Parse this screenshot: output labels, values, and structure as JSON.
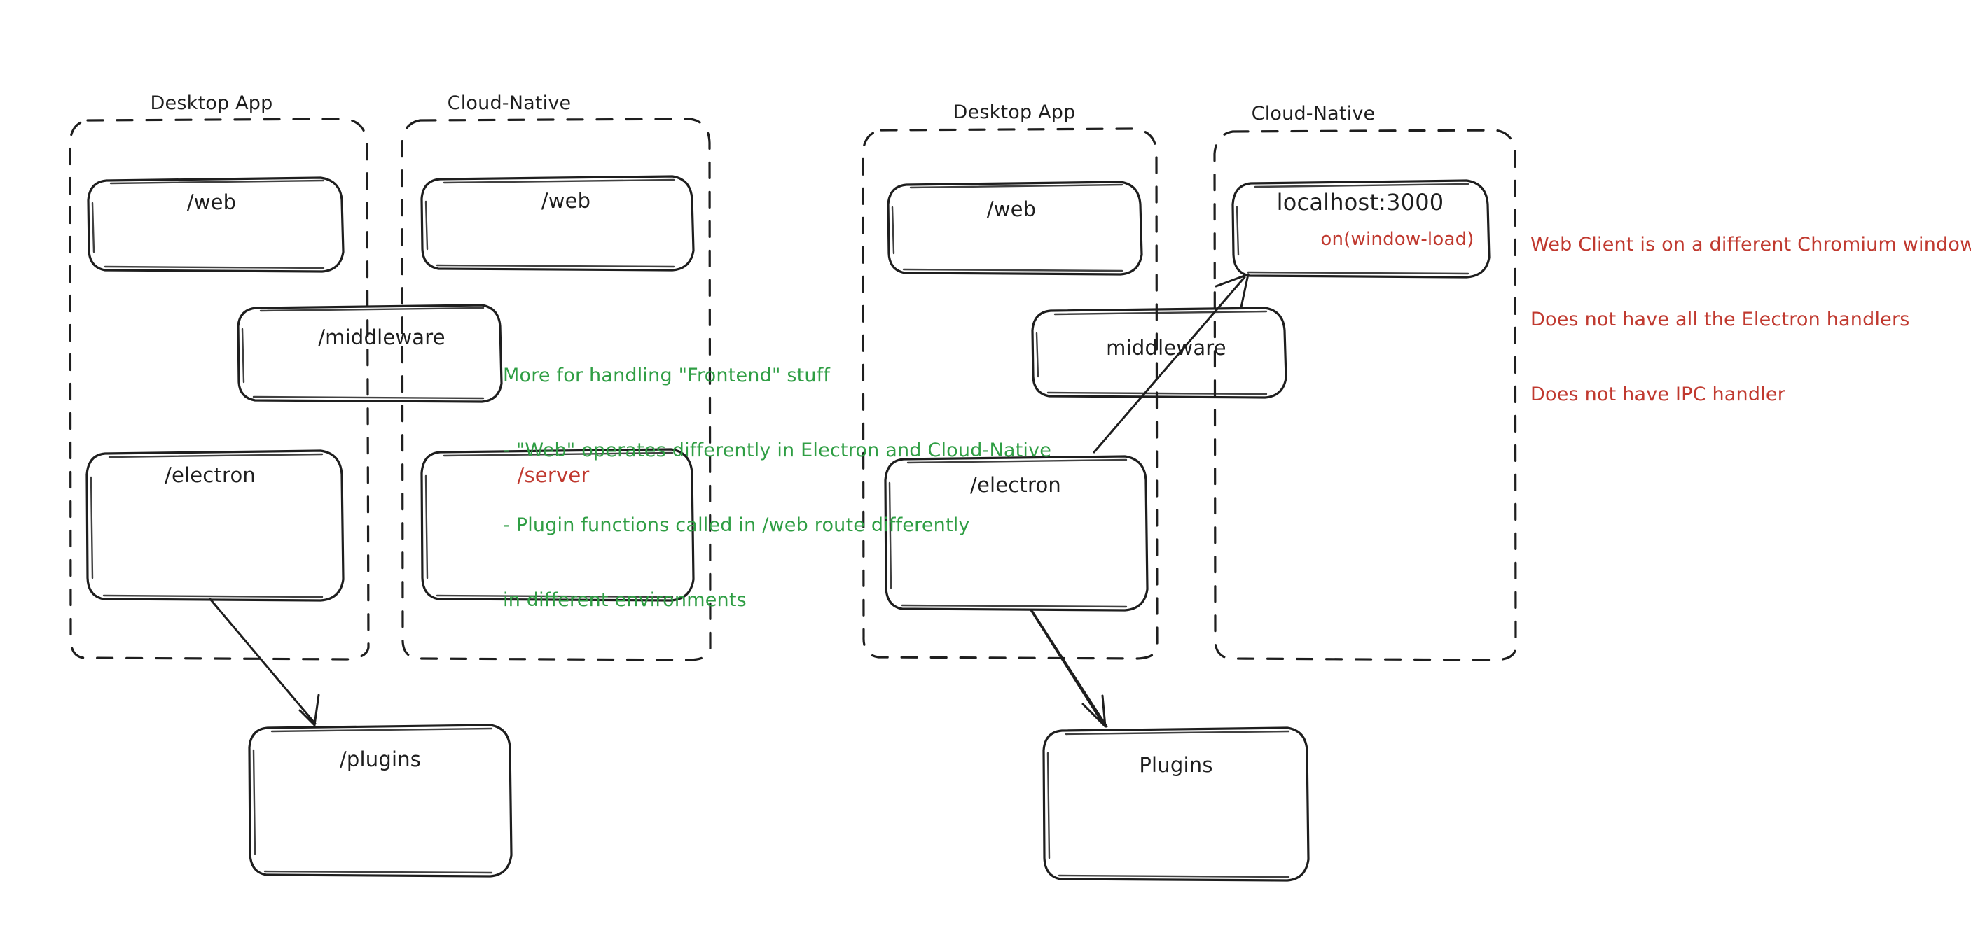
{
  "diagram": {
    "title_hidden": "",
    "colors": {
      "ink": "#1e1e1e",
      "green": "#2f9e44",
      "red": "#c0392f",
      "background": "#ffffff"
    },
    "left_diagram": {
      "groups": [
        {
          "label": "Desktop App"
        },
        {
          "label": "Cloud-Native"
        }
      ],
      "boxes": [
        {
          "label": "/web"
        },
        {
          "label": "/web"
        },
        {
          "label": "/middleware"
        },
        {
          "label": "/electron"
        },
        {
          "label": "/server"
        },
        {
          "label": "/plugins"
        }
      ],
      "note": {
        "lines": [
          "More for handling \"Frontend\" stuff",
          "- \"Web\" operates differently in Electron and Cloud-Native",
          "- Plugin functions called in /web route differently",
          "in different environments"
        ]
      }
    },
    "right_diagram": {
      "groups": [
        {
          "label": "Desktop App"
        },
        {
          "label": "Cloud-Native"
        }
      ],
      "boxes": [
        {
          "label": "/web"
        },
        {
          "label": "localhost:3000",
          "sublabel": "on(window-load)"
        },
        {
          "label": "middleware"
        },
        {
          "label": "/electron"
        },
        {
          "label": "Plugins"
        }
      ],
      "note": {
        "lines": [
          "Web Client is on a different Chromium window",
          "Does not have all the Electron handlers",
          "Does not have IPC handler"
        ]
      }
    }
  }
}
